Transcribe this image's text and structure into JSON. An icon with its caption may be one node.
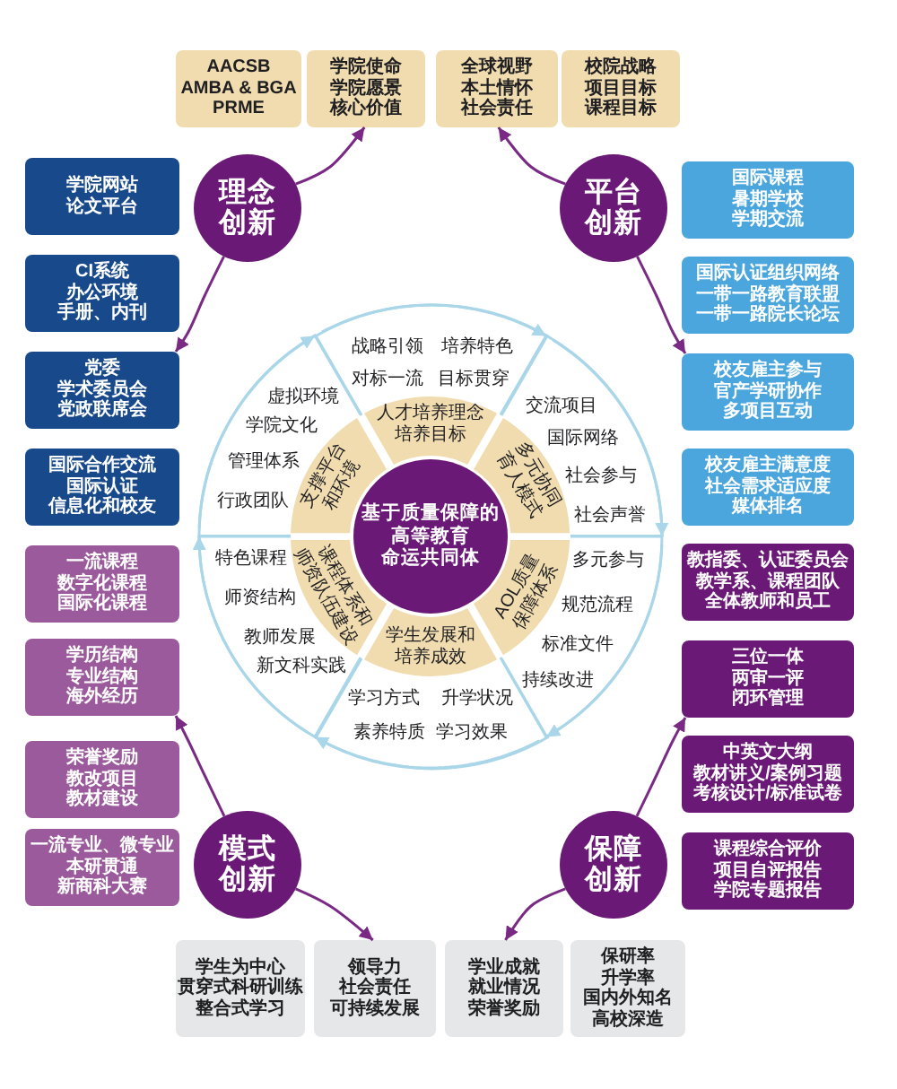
{
  "diagram": {
    "nodes": [
      {
        "text": [
          "AACSB",
          "AMBA & BGA",
          "PRME"
        ]
      },
      {
        "text": [
          "学院使命",
          "学院愿景",
          "核心价值"
        ]
      },
      {
        "text": [
          "全球视野",
          "本土情怀",
          "社会责任"
        ]
      },
      {
        "text": [
          "校院战略",
          "项目目标",
          "课程目标"
        ]
      },
      {
        "text": [
          "理念创新"
        ]
      },
      {
        "text": [
          "平台创新"
        ]
      },
      {
        "text": [
          "模式创新"
        ]
      },
      {
        "text": [
          "保障创新"
        ]
      },
      {
        "text": [
          "学院网站",
          "论文平台"
        ]
      },
      {
        "text": [
          "CI系统",
          "办公环境",
          "手册、内刊"
        ]
      },
      {
        "text": [
          "党委",
          "学术委员会",
          "党政联席会"
        ]
      },
      {
        "text": [
          "国际合作交流",
          "国际认证",
          "信息化和校友"
        ]
      },
      {
        "text": [
          "一流课程",
          "数字化课程",
          "国际化课程"
        ]
      },
      {
        "text": [
          "学历结构",
          "专业结构",
          "海外经历"
        ]
      },
      {
        "text": [
          "荣誉奖励",
          "教改项目",
          "教材建设"
        ]
      },
      {
        "text": [
          "一流专业、微专业",
          "本研贯通",
          "新商科大赛"
        ]
      },
      {
        "text": [
          "国际课程",
          "暑期学校",
          "学期交流"
        ]
      },
      {
        "text": [
          "国际认证组织网络",
          "一带一路教育联盟",
          "一带一路院长论坛"
        ]
      },
      {
        "text": [
          "校友雇主参与",
          "官产学研协作",
          "多项目互动"
        ]
      },
      {
        "text": [
          "校友雇主满意度",
          "社会需求适应度",
          "媒体排名"
        ]
      },
      {
        "text": [
          "教指委、认证委员会",
          "教学系、课程团队",
          "全体教师和员工"
        ]
      },
      {
        "text": [
          "三位一体",
          "两审一评",
          "闭环管理"
        ]
      },
      {
        "text": [
          "中英文大纲",
          "教材讲义/案例习题",
          "考核设计/标准试卷"
        ]
      },
      {
        "text": [
          "课程综合评价",
          "项目自评报告",
          "学院专题报告"
        ]
      },
      {
        "text": [
          "基于质量保障的高等教育命运共同体"
        ]
      },
      {
        "text": [
          "人才培养理念",
          "培养目标"
        ]
      },
      {
        "text": [
          "多元协同育人模式"
        ]
      },
      {
        "text": [
          "AOL质量保障体系"
        ]
      },
      {
        "text": [
          "学生发展和培养成效"
        ]
      },
      {
        "text": [
          "课程体系和师资队伍建设"
        ]
      },
      {
        "text": [
          "支撑平台和环境"
        ]
      },
      {
        "text": [
          "战略引领",
          "培养特色",
          "对标一流",
          "目标贯穿"
        ]
      },
      {
        "text": [
          "交流项目",
          "国际网络",
          "社会参与",
          "社会声誉"
        ]
      },
      {
        "text": [
          "多元参与",
          "规范流程",
          "标准文件",
          "持续改进"
        ]
      },
      {
        "text": [
          "学习方式",
          "升学状况",
          "素养特质",
          "学习效果"
        ]
      },
      {
        "text": [
          "特色课程",
          "师资结构",
          "教师发展",
          "新文科实践"
        ]
      },
      {
        "text": [
          "虚拟环境",
          "学院文化",
          "管理体系",
          "行政团队"
        ]
      },
      {
        "text": [
          "学生为中心",
          "贯穿式科研训练",
          "整合式学习"
        ]
      },
      {
        "text": [
          "领导力",
          "社会责任",
          "可持续发展"
        ]
      },
      {
        "text": [
          "学业成就",
          "就业情况",
          "荣誉奖励"
        ]
      },
      {
        "text": [
          "保研率",
          "升学率",
          "国内外知名高校深造"
        ]
      }
    ],
    "edges": [
      {
        "from": 4,
        "to": 1,
        "arrow": "to"
      },
      {
        "from": 4,
        "to": 10,
        "arrow": "to"
      },
      {
        "from": 5,
        "to": 2,
        "arrow": "to"
      },
      {
        "from": 5,
        "to": 18,
        "arrow": "to"
      },
      {
        "from": 6,
        "to": 13,
        "arrow": "to"
      },
      {
        "from": 6,
        "to": 38,
        "arrow": "to"
      },
      {
        "from": 7,
        "to": 21,
        "arrow": "to"
      },
      {
        "from": 7,
        "to": 39,
        "arrow": "to"
      },
      {
        "from": 31,
        "to": 32,
        "arrow": "to",
        "color": "#a9d6e8"
      },
      {
        "from": 32,
        "to": 33,
        "arrow": "to",
        "color": "#a9d6e8"
      },
      {
        "from": 33,
        "to": 34,
        "arrow": "to",
        "color": "#a9d6e8"
      },
      {
        "from": 34,
        "to": 35,
        "arrow": "to",
        "color": "#a9d6e8"
      },
      {
        "from": 35,
        "to": 36,
        "arrow": "to",
        "color": "#a9d6e8"
      },
      {
        "from": 36,
        "to": 31,
        "arrow": "to",
        "color": "#a9d6e8"
      }
    ]
  }
}
